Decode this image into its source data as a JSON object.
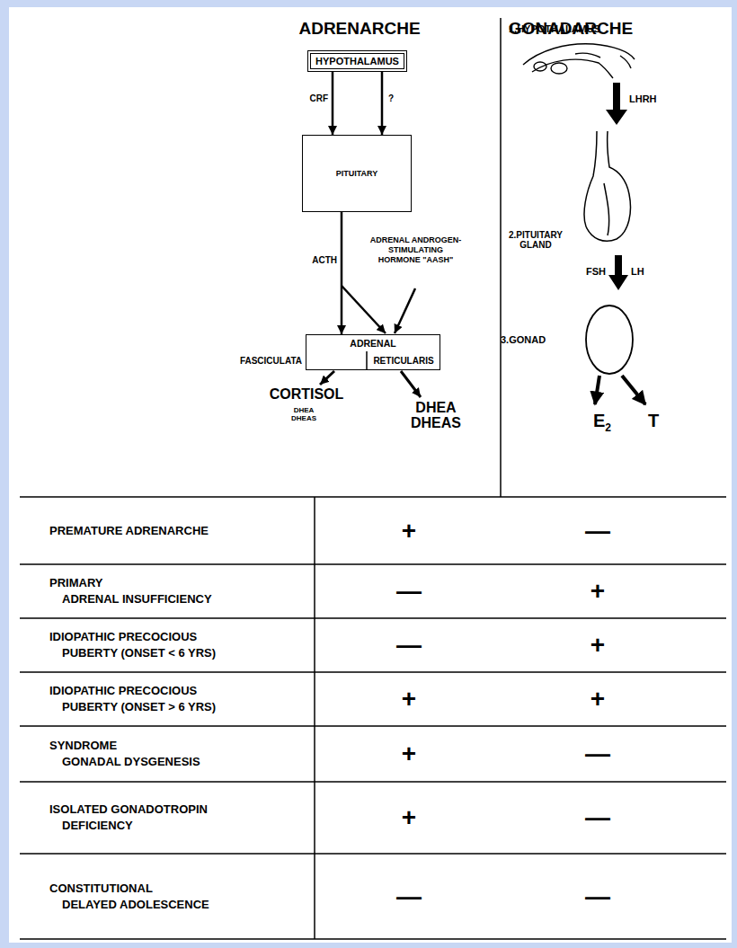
{
  "diagram": {
    "nodes": [
      {
        "text": [
          "HYPOTHALAMUS"
        ]
      },
      {
        "text": [
          "PITUITARY"
        ]
      },
      {
        "text": [
          "ADRENAL"
        ]
      }
    ],
    "edges": [
      {
        "from": 0,
        "to": 1,
        "label": "CRF",
        "arrow": "to"
      },
      {
        "from": 0,
        "to": 1,
        "label": "?",
        "arrow": "to"
      },
      {
        "from": 1,
        "to": 2,
        "label": "ACTH",
        "arrow": "to"
      }
    ],
    "labels": [
      "ADRENARCHE",
      "GONADARCHE",
      "1.HYPOTHALAMUS",
      "LHRH",
      "ADRENAL ANDROGEN- STIMULATING HORMONE \"AASH\"",
      "2.PITUITARY GLAND",
      "FSH",
      "LH",
      "FASCICULATA",
      "RETICULARIS",
      "3.GONAD",
      "CORTISOL",
      "DHEA DHEAS",
      "DHEA DHEAS",
      "E2",
      "T",
      "PREMATURE ADRENARCHE",
      "+",
      "—",
      "PRIMARY ADRENAL INSUFFICIENCY",
      "—",
      "+",
      "IDIOPATHIC PRECOCIOUS PUBERTY (ONSET < 6 YRS)",
      "—",
      "+",
      "IDIOPATHIC PRECOCIOUS PUBERTY (ONSET > 6 YRS)",
      "+",
      "+",
      "SYNDROME GONADAL DYSGENESIS",
      "+",
      "—",
      "ISOLATED GONADOTROPIN DEFICIENCY",
      "+",
      "—",
      "CONSTITUTIONAL DELAYED ADOLESCENCE",
      "—",
      "—"
    ]
  }
}
